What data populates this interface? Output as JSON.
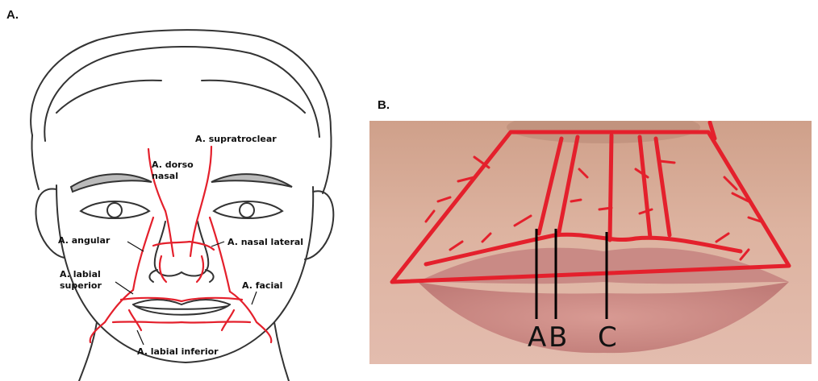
{
  "panel_a": {
    "label": "A.",
    "annotations": {
      "supratroclear": "A. supratroclear",
      "dorso_line1": "A. dorso",
      "dorso_line2": "nasal",
      "angular": "A. angular",
      "nasal_lateral": "A. nasal lateral",
      "labial_superior_line1": "A. labial",
      "labial_superior_line2": "superior",
      "facial": "A. facial",
      "labial_inferior": "A. labial inferior"
    }
  },
  "panel_b": {
    "label": "B.",
    "markers": {
      "a": "A",
      "b": "B",
      "c": "C"
    }
  },
  "colors": {
    "artery": "#e4202c",
    "outline": "#333333",
    "skin": "#d9ab95",
    "lip": "#c98a85"
  }
}
